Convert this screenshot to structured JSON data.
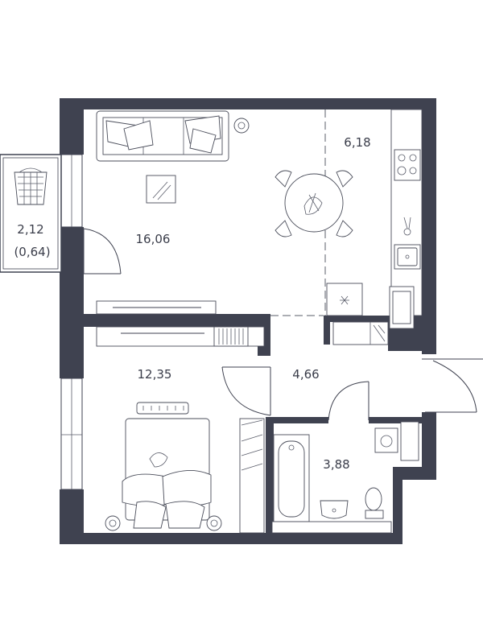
{
  "rooms": {
    "balcony": {
      "area": "2,12",
      "area_reduced": "(0,64)"
    },
    "living": {
      "area": "16,06"
    },
    "kitchen": {
      "area": "6,18"
    },
    "bedroom": {
      "area": "12,35"
    },
    "hall": {
      "area": "4,66"
    },
    "bathroom": {
      "area": "3,88"
    }
  },
  "colors": {
    "wall": "#3f4250",
    "line": "#5a5d6a",
    "text": "#3a3d4a",
    "background": "#ffffff"
  },
  "icons": [
    "sofa-icon",
    "dining-table-icon",
    "stove-icon",
    "sink-icon",
    "bed-icon",
    "bathtub-icon",
    "toilet-icon",
    "washing-machine-icon",
    "tv-stand-icon",
    "laundry-basket-icon"
  ]
}
